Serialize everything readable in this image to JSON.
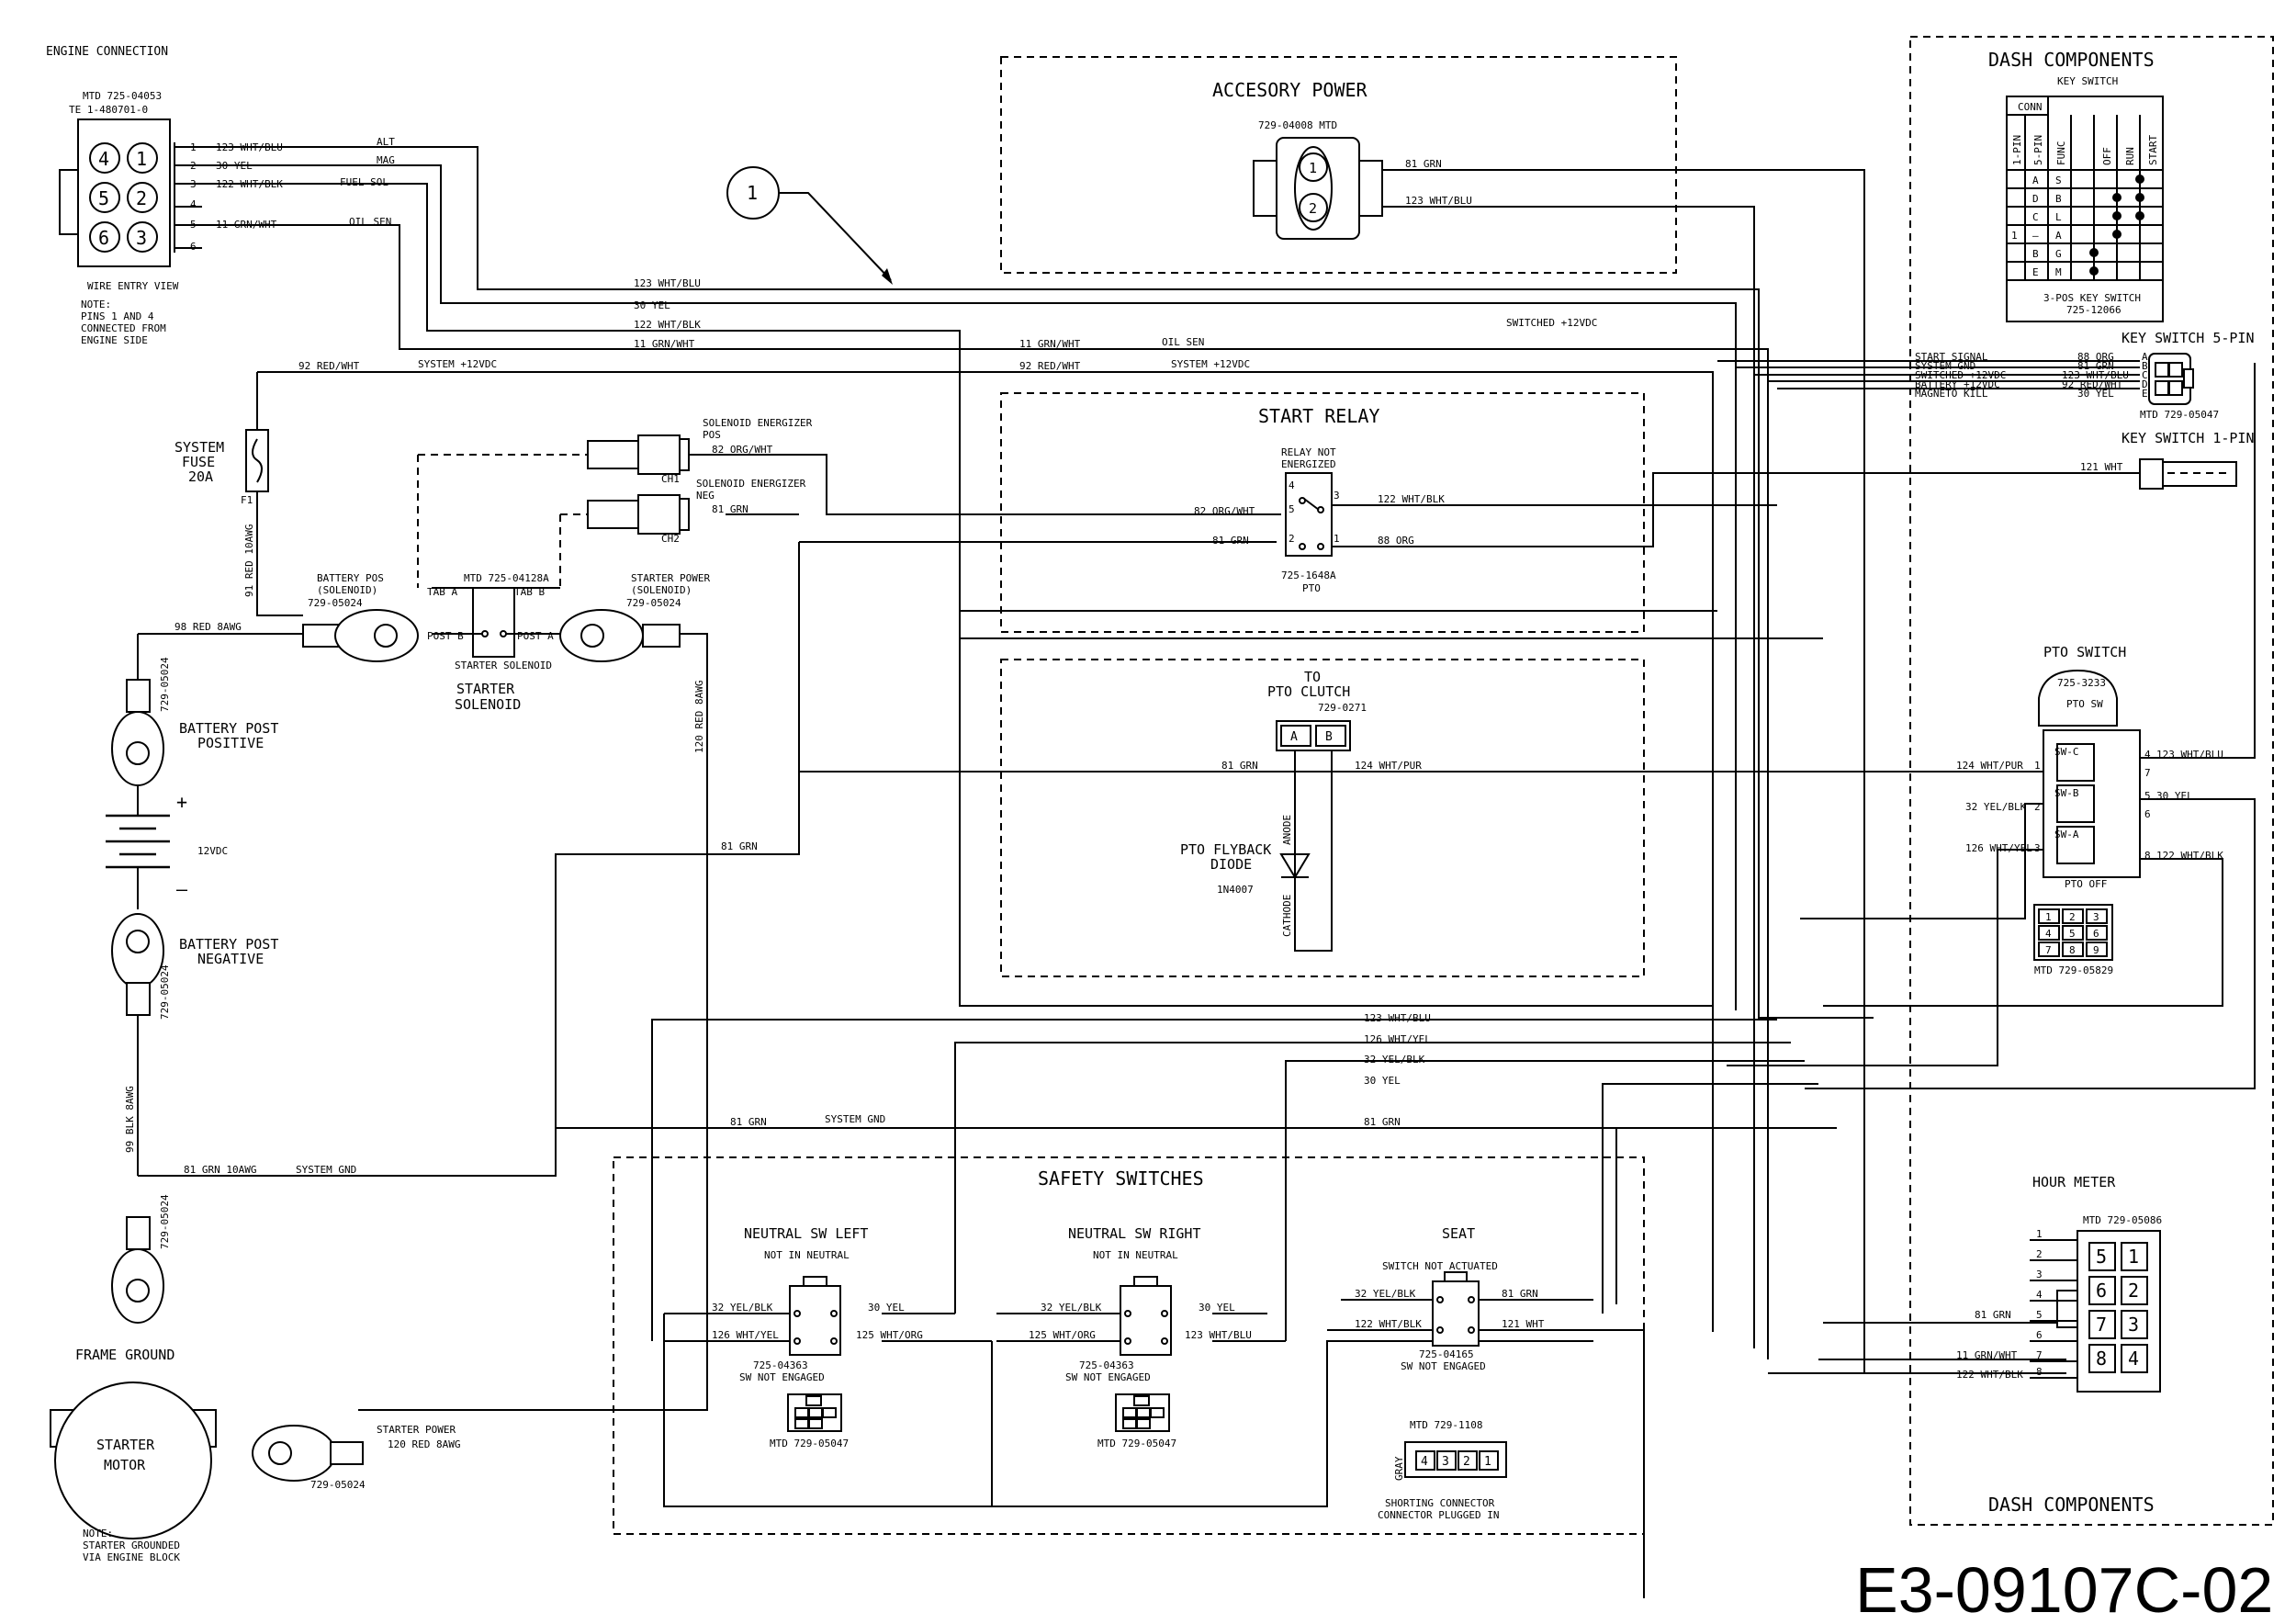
{
  "diagram_id": "E3-09107C-02",
  "engine": {
    "title": "ENGINE CONNECTION",
    "part": "MTD 725-04053",
    "te_part": "TE 1-480701-0",
    "view": "WIRE ENTRY VIEW",
    "pins": [
      "4",
      "1",
      "5",
      "2",
      "6",
      "3"
    ],
    "note": [
      "NOTE:",
      "PINS 1 AND 4",
      "CONNECTED FROM",
      "ENGINE SIDE"
    ],
    "pin_rows": [
      {
        "pin": "1",
        "wire": "123 WHT/BLU",
        "func": "ALT"
      },
      {
        "pin": "2",
        "wire": "30 YEL",
        "func": "MAG"
      },
      {
        "pin": "3",
        "wire": "122 WHT/BLK",
        "func": "FUEL SOL"
      },
      {
        "pin": "4",
        "wire": "",
        "func": ""
      },
      {
        "pin": "5",
        "wire": "11 GRN/WHT",
        "func": "OIL SEN"
      },
      {
        "pin": "6",
        "wire": "",
        "func": ""
      }
    ]
  },
  "accessory": {
    "title": "ACCESORY POWER",
    "part": "729-04008 MTD",
    "pin1": "1",
    "pin2": "2",
    "wire1": "81 GRN",
    "wire2": "123 WHT/BLU"
  },
  "callout": "1",
  "wires": {
    "w123": "123 WHT/BLU",
    "w30": "30 YEL",
    "w122": "122 WHT/BLK",
    "w11": "11 GRN/WHT",
    "oil_sen": "OIL SEN",
    "w92": "92 RED/WHT",
    "sys12": "SYSTEM +12VDC",
    "switched": "SWITCHED +12VDC",
    "w81": "81 GRN",
    "sys_gnd": "SYSTEM GND",
    "w126": "126 WHT/YEL",
    "w32": "32 YEL/BLK",
    "w98": "98 RED 8AWG",
    "w91": "91 RED 10AWG",
    "w120": "120 RED 8AWG",
    "w99": "99 BLK 8AWG",
    "w81_10": "81 GRN 10AWG",
    "w82": "82 ORG/WHT",
    "w124": "124 WHT/PUR",
    "w88": "88 ORG"
  },
  "fuse": {
    "label": [
      "SYSTEM",
      "FUSE",
      "20A"
    ],
    "tag": "F1"
  },
  "solenoid": {
    "energizer_pos": [
      "SOLENOID ENERGIZER",
      "POS"
    ],
    "energizer_neg": [
      "SOLENOID ENERGIZER",
      "NEG"
    ],
    "ch1": "CH1",
    "ch2": "CH2",
    "part": "MTD 725-04128A",
    "tab_a": "TAB A",
    "tab_b": "TAB B",
    "post_b": "POST B",
    "post_a": "POST A",
    "inner": "STARTER SOLENOID",
    "label": [
      "STARTER",
      "SOLENOID"
    ]
  },
  "battery": {
    "pos_label": [
      "BATTERY POS",
      "(SOLENOID)"
    ],
    "starter_power": [
      "STARTER POWER",
      "(SOLENOID)"
    ],
    "post_pos": [
      "BATTERY POST",
      "POSITIVE"
    ],
    "post_neg": [
      "BATTERY POST",
      "NEGATIVE"
    ],
    "plus": "+",
    "minus": "–",
    "voltage": "12VDC",
    "ring_part": "729-05024"
  },
  "frame_ground": "FRAME GROUND",
  "starter_motor": {
    "label": [
      "STARTER",
      "MOTOR"
    ],
    "wire": [
      "STARTER POWER",
      "120 RED 8AWG"
    ],
    "note": [
      "NOTE:",
      "STARTER GROUNDED",
      "VIA ENGINE BLOCK"
    ]
  },
  "start_relay": {
    "title": "START RELAY",
    "state": [
      "RELAY NOT",
      "ENERGIZED"
    ],
    "part": [
      "725-1648A",
      "PTO"
    ],
    "pins": [
      "4",
      "3",
      "5",
      "2",
      "1"
    ]
  },
  "pto_clutch": {
    "title": [
      "TO",
      "PTO CLUTCH"
    ],
    "part": "729-0271",
    "pins": [
      "A",
      "B"
    ],
    "diode": [
      "PTO FLYBACK",
      "DIODE"
    ],
    "diode_part": "1N4007",
    "anode": "ANODE",
    "cathode": "CATHODE"
  },
  "safety": {
    "title": "SAFETY SWITCHES",
    "left": {
      "title": "NEUTRAL SW LEFT",
      "sub": "NOT IN NEUTRAL",
      "part": "725-04363",
      "state": "SW NOT ENGAGED",
      "conn": "MTD 729-05047"
    },
    "right": {
      "title": "NEUTRAL SW RIGHT",
      "sub": "NOT IN NEUTRAL",
      "part": "725-04363",
      "state": "SW NOT ENGAGED",
      "conn": "MTD 729-05047"
    },
    "seat": {
      "title": "SEAT",
      "sub": "SWITCH NOT ACTUATED",
      "part": "725-04165",
      "state": "SW NOT ENGAGED"
    },
    "wire_125": "125 WHT/ORG",
    "wire_121": "121 WHT",
    "shorting": {
      "part": "MTD 729-1108",
      "color": "GRAY",
      "pins": [
        "4",
        "3",
        "2",
        "1"
      ],
      "label": [
        "SHORTING CONNECTOR",
        "CONNECTOR PLUGGED IN"
      ]
    }
  },
  "dash": {
    "title": "DASH COMPONENTS",
    "footer": "DASH COMPONENTS",
    "key_switch": "KEY SWITCH",
    "table_header": [
      "CONN",
      "1-PIN",
      "5-PIN",
      "FUNC",
      "OFF",
      "RUN",
      "START"
    ],
    "table_rows": [
      [
        "",
        "A",
        "S"
      ],
      [
        "",
        "D",
        "B"
      ],
      [
        "",
        "C",
        "L"
      ],
      [
        "1",
        "—",
        "A"
      ],
      [
        "",
        "B",
        "G"
      ],
      [
        "",
        "E",
        "M"
      ]
    ],
    "key_part": [
      "3-POS KEY SWITCH",
      "725-12066"
    ],
    "ks5_title": "KEY SWITCH 5-PIN",
    "ks5_lines": [
      {
        "name": "START SIGNAL",
        "wire": "88 ORG",
        "pin": "A"
      },
      {
        "name": "SYSTEM GND",
        "wire": "81 GRN",
        "pin": "B"
      },
      {
        "name": "SWITCHED +12VDC",
        "wire": "123 WHT/BLU",
        "pin": "C"
      },
      {
        "name": "BATTERY +12VDC",
        "wire": "92 RED/WHT",
        "pin": "D"
      },
      {
        "name": "MAGNETO KILL",
        "wire": "30 YEL",
        "pin": "E"
      }
    ],
    "ks5_part": "MTD 729-05047",
    "ks1_title": "KEY SWITCH 1-PIN",
    "ks1_wire": "121 WHT",
    "pto": {
      "title": "PTO SWITCH",
      "part": "725-3233",
      "knob": "PTO SW",
      "off": "PTO OFF",
      "sw": [
        "SW-C",
        "SW-B",
        "SW-A"
      ],
      "left": [
        {
          "wire": "124 WHT/PUR",
          "n": "1"
        },
        {
          "wire": "32 YEL/BLK",
          "n": "2"
        },
        {
          "wire": "126 WHT/YEL",
          "n": "3"
        }
      ],
      "right": [
        {
          "n": "4",
          "wire": "123 WHT/BLU"
        },
        {
          "n": "7",
          "wire": ""
        },
        {
          "n": "5",
          "wire": "30 YEL"
        },
        {
          "n": "6",
          "wire": ""
        },
        {
          "n": "8",
          "wire": "122 WHT/BLK"
        }
      ],
      "grid": [
        "1",
        "2",
        "3",
        "4",
        "5",
        "6",
        "7",
        "8",
        "9"
      ],
      "conn": "MTD 729-05829"
    },
    "hour": {
      "title": "HOUR METER",
      "part": "MTD 729-05086",
      "pins": [
        "5",
        "1",
        "6",
        "2",
        "7",
        "3",
        "8",
        "4"
      ],
      "rows": [
        {
          "n": "1",
          "wire": ""
        },
        {
          "n": "2",
          "wire": ""
        },
        {
          "n": "3",
          "wire": ""
        },
        {
          "n": "4",
          "wire": ""
        },
        {
          "n": "5",
          "wire": "81 GRN"
        },
        {
          "n": "6",
          "wire": ""
        },
        {
          "n": "7",
          "wire": "11 GRN/WHT"
        },
        {
          "n": "8",
          "wire": "122 WHT/BLK"
        }
      ]
    }
  }
}
